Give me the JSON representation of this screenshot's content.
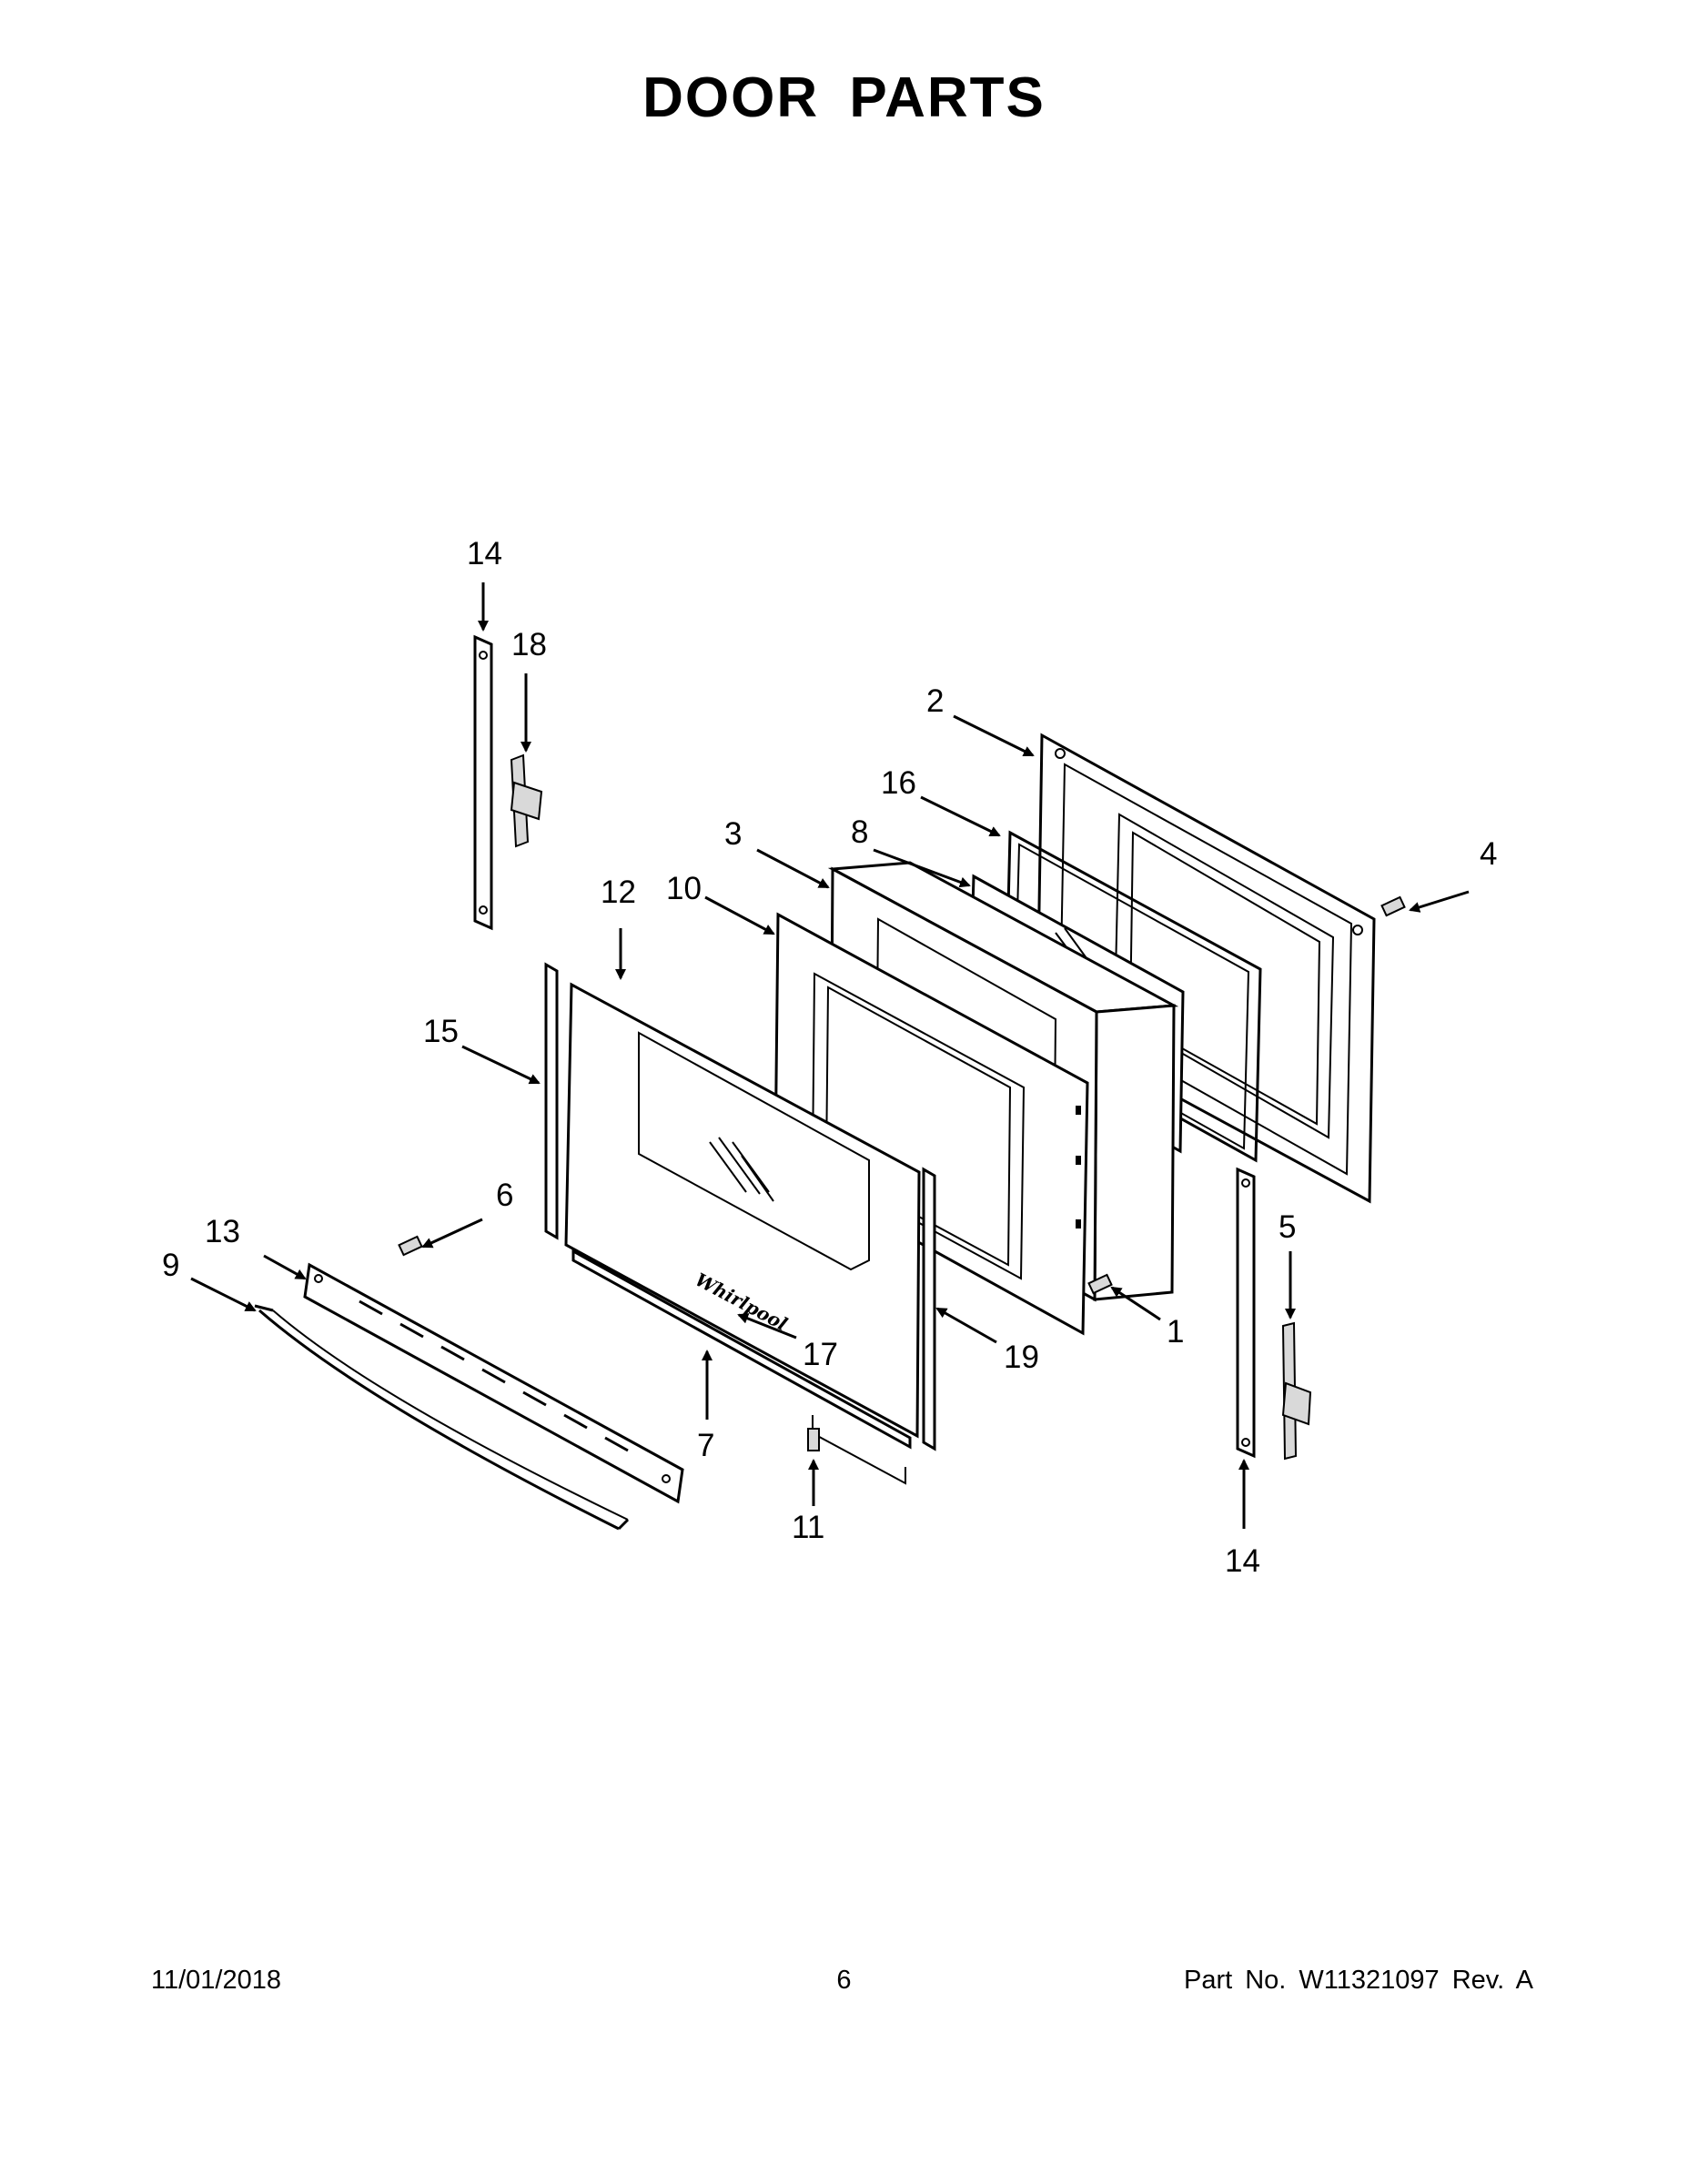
{
  "title": "DOOR PARTS",
  "callouts": [
    {
      "id": "c1",
      "label": "1"
    },
    {
      "id": "c2",
      "label": "2"
    },
    {
      "id": "c3",
      "label": "3"
    },
    {
      "id": "c4",
      "label": "4"
    },
    {
      "id": "c5",
      "label": "5"
    },
    {
      "id": "c6",
      "label": "6"
    },
    {
      "id": "c7",
      "label": "7"
    },
    {
      "id": "c8",
      "label": "8"
    },
    {
      "id": "c9",
      "label": "9"
    },
    {
      "id": "c10",
      "label": "10"
    },
    {
      "id": "c11",
      "label": "11"
    },
    {
      "id": "c12",
      "label": "12"
    },
    {
      "id": "c13",
      "label": "13"
    },
    {
      "id": "c14a",
      "label": "14"
    },
    {
      "id": "c14b",
      "label": "14"
    },
    {
      "id": "c15",
      "label": "15"
    },
    {
      "id": "c16",
      "label": "16"
    },
    {
      "id": "c17",
      "label": "17"
    },
    {
      "id": "c18",
      "label": "18"
    },
    {
      "id": "c19",
      "label": "19"
    }
  ],
  "footer": {
    "date": "11/01/2018",
    "page": "6",
    "part_no": "Part No.  W11321097  Rev.  A"
  },
  "logo_text": "Whirlpool"
}
